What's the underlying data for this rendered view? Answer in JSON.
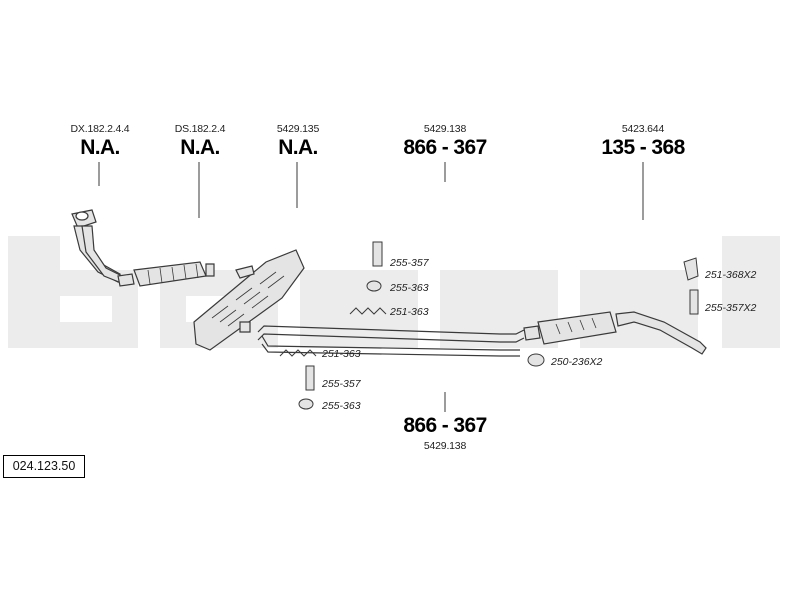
{
  "diagram": {
    "code": "024.123.50",
    "watermark_color": "#ececec",
    "line_color": "#3a3a3a",
    "part_fill": "#e4e4e4",
    "parts": [
      {
        "ref": "DX.182.2.4.4",
        "number": "N.A."
      },
      {
        "ref": "DS.182.2.4",
        "number": "N.A."
      },
      {
        "ref": "5429.135",
        "number": "N.A."
      },
      {
        "ref": "5429.138",
        "number": "866 - 367"
      },
      {
        "ref": "5423.644",
        "number": "135 - 368"
      },
      {
        "ref": "5429.138",
        "number": "866 - 367"
      }
    ],
    "hardware": [
      {
        "code": "255-357"
      },
      {
        "code": "255-363"
      },
      {
        "code": "251-363"
      },
      {
        "code": "251-363"
      },
      {
        "code": "255-357"
      },
      {
        "code": "255-363"
      },
      {
        "code": "250-236X2"
      },
      {
        "code": "251-368X2"
      },
      {
        "code": "255-357X2"
      }
    ]
  }
}
